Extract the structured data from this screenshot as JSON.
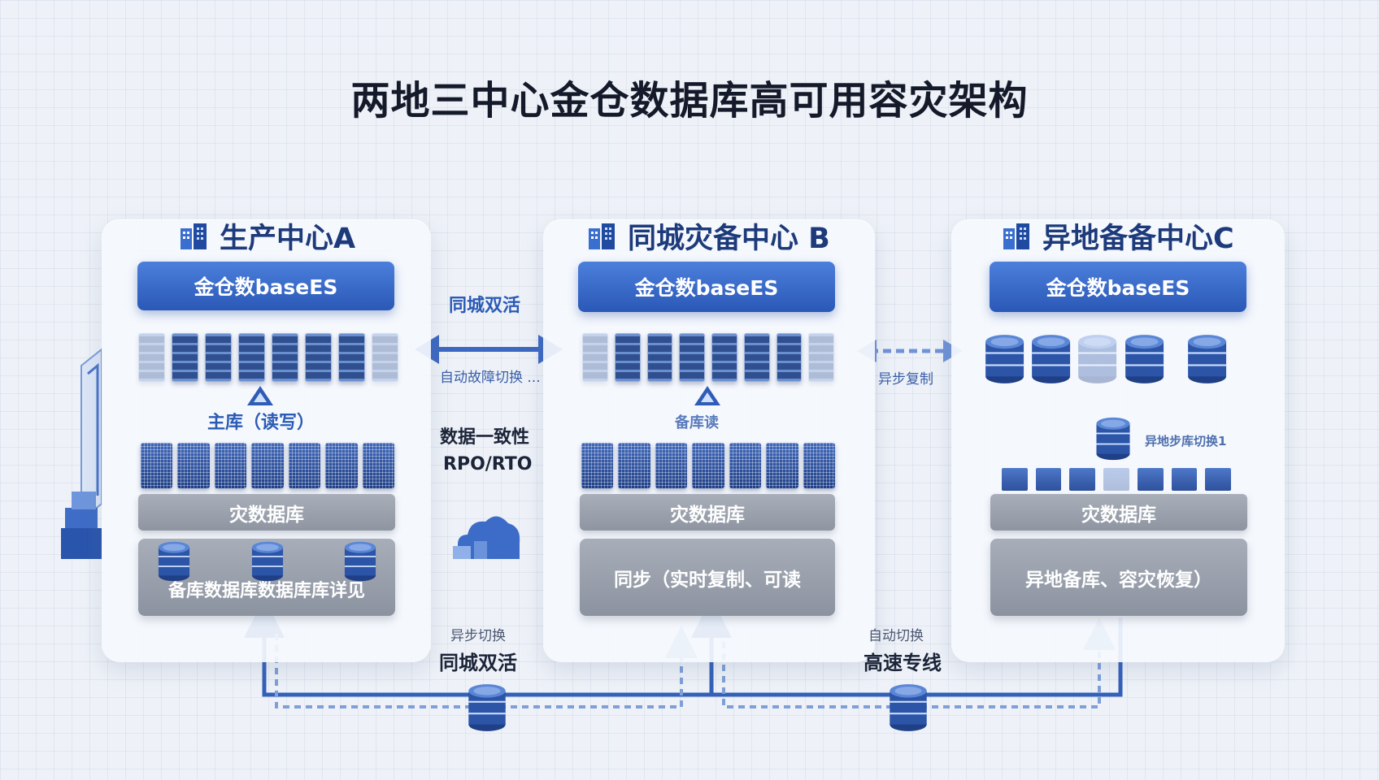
{
  "title": "两地三中心金仓数据库高可用容灾架构",
  "centers": [
    {
      "name": "生产中心A",
      "product": "金仓数baseES",
      "role_label": "主库（读写）",
      "db_bar": "灾数据库",
      "box_text": "备库数据库数据库库详见"
    },
    {
      "name": "同城灾备中心 B",
      "product": "金仓数baseES",
      "role_label": "备库读",
      "db_bar": "灾数据库",
      "box_text": "同步（实时复制、可读"
    },
    {
      "name": "异地备备中心C",
      "product": "金仓数baseES",
      "role_label": "异地步库切换1",
      "db_bar": "灾数据库",
      "box_text": "异地备库、容灾恢复）"
    }
  ],
  "links": {
    "ab_label": "同城双活",
    "ab_sublabel": "自动故障切换 ...",
    "bc_sublabel": "异步复制",
    "consistency": "数据一致性",
    "rpo_rto": "RPO/RTO",
    "bottom_left_small": "异步切换",
    "bottom_left_big": "同城双活",
    "bottom_right_small": "自动切换",
    "bottom_right_big": "高速专线"
  },
  "icons": [
    "building-icon",
    "server-rack-icon",
    "database-stack-icon",
    "up-arrow-icon",
    "cloud-icon"
  ],
  "colors": {
    "accent_blue": "#2a58b6",
    "light_blue": "#4c7fdc",
    "gray_panel": "#9aa1ac",
    "title_text": "#141a2a"
  }
}
